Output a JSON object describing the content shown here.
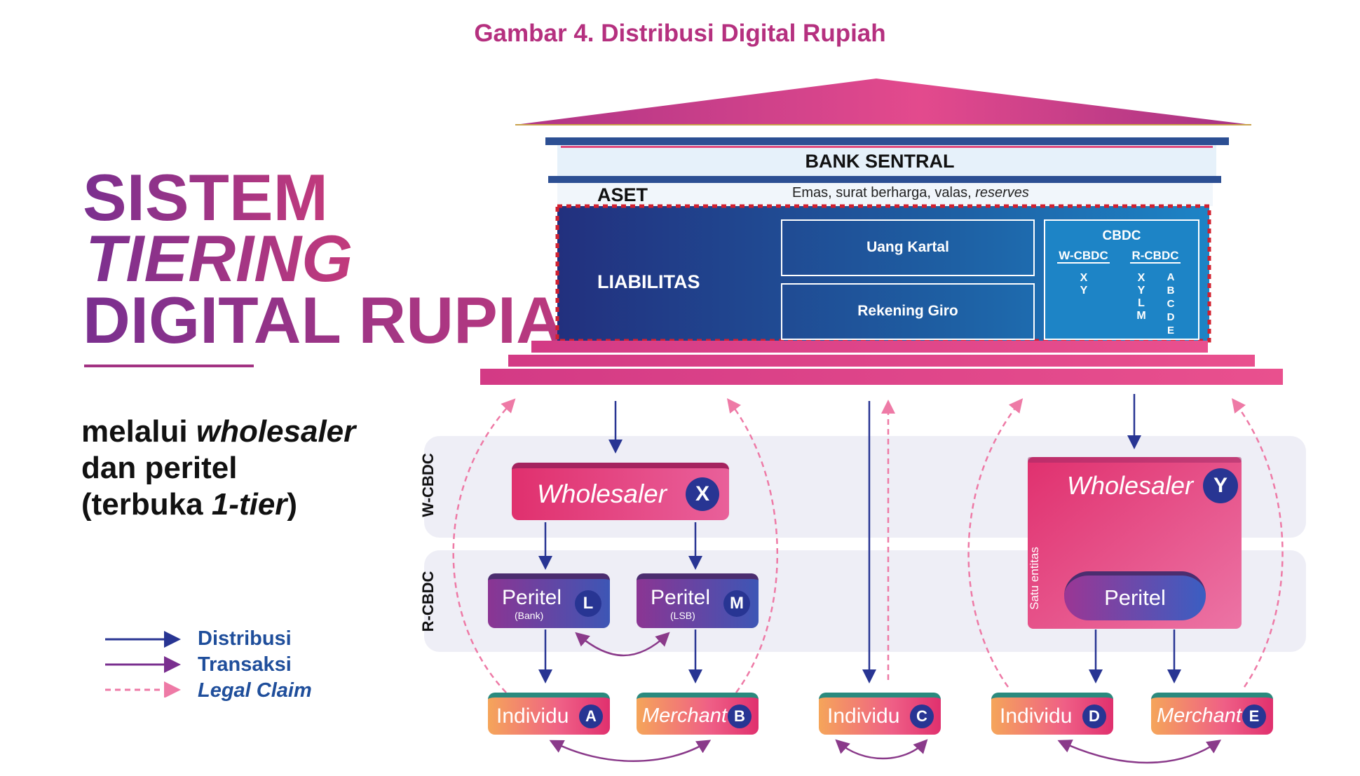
{
  "figure_title": "Gambar 4. Distribusi Digital Rupiah",
  "headline": {
    "line1": "SISTEM",
    "line2": "TIERING",
    "line3": "DIGITAL RUPIAH"
  },
  "subtitle": {
    "line1_a": "melalui ",
    "line1_b": "wholesaler",
    "line2": "dan peritel",
    "line3_a": "(terbuka ",
    "line3_b": "1-tier",
    "line3_c": ")"
  },
  "legend": {
    "distribusi": "Distribusi",
    "transaksi": "Transaksi",
    "legal_claim": "Legal Claim"
  },
  "bank": {
    "name": "BANK SENTRAL",
    "aset_label": "ASET",
    "aset_text_a": "Emas, surat berharga, valas, ",
    "aset_text_b": "reserves",
    "liabilitas_label": "LIABILITAS",
    "uang_kartal": "Uang Kartal",
    "rekening_giro": "Rekening Giro",
    "cbdc": "CBDC",
    "w_cbdc": "W-CBDC",
    "r_cbdc": "R-CBDC",
    "w_list": [
      "X",
      "Y"
    ],
    "r_list": [
      "X",
      "Y",
      "L",
      "M"
    ],
    "r_list2": [
      "A",
      "B",
      "C",
      "D",
      "E"
    ]
  },
  "bands": {
    "w": "W-CBDC",
    "r": "R-CBDC"
  },
  "wholesaler_x": {
    "label": "Wholesaler",
    "badge": "X"
  },
  "wholesaler_y": {
    "label": "Wholesaler",
    "badge": "Y",
    "side": "Satu entitas"
  },
  "peritel_l": {
    "label": "Peritel",
    "sub": "(Bank)",
    "badge": "L"
  },
  "peritel_m": {
    "label": "Peritel",
    "sub": "(LSB)",
    "badge": "M"
  },
  "peritel_y": {
    "label": "Peritel"
  },
  "end_users": [
    {
      "label": "Individu",
      "badge": "A",
      "italic": false
    },
    {
      "label": "Merchant",
      "badge": "B",
      "italic": true
    },
    {
      "label": "Individu",
      "badge": "C",
      "italic": false
    },
    {
      "label": "Individu",
      "badge": "D",
      "italic": false
    },
    {
      "label": "Merchant",
      "badge": "E",
      "italic": true
    }
  ],
  "colors": {
    "title": "#b5307f",
    "navy": "#283593",
    "pink": "#e0407a",
    "purple": "#7a2f8f",
    "blue_text": "#1f4e9b"
  }
}
